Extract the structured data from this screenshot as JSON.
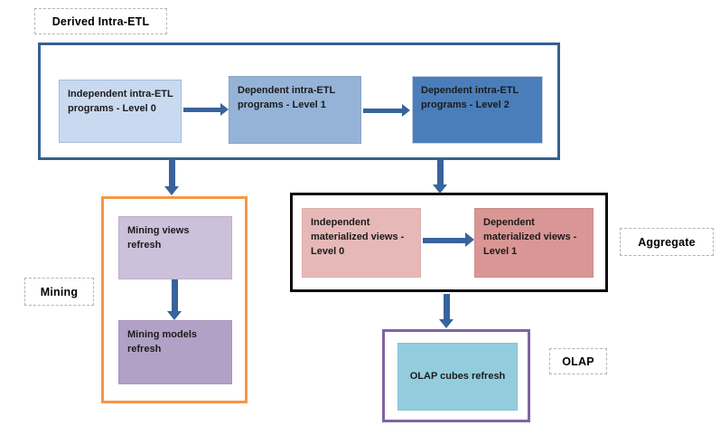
{
  "diagram": {
    "labels": {
      "derived": "Derived Intra-ETL",
      "mining": "Mining",
      "aggregate": "Aggregate",
      "olap": "OLAP"
    },
    "intra_etl_boxes": [
      {
        "text": "Independent intra-ETL programs - Level 0",
        "fill": "#C9D9F0"
      },
      {
        "text": "Dependent intra-ETL programs - Level 1",
        "fill": "#95B3D7"
      },
      {
        "text": "Dependent intra-ETL programs - Level 2",
        "fill": "#4A7EBB"
      }
    ],
    "mining_boxes": [
      {
        "text": "Mining views refresh",
        "fill": "#CCC0DA"
      },
      {
        "text": "Mining models refresh",
        "fill": "#B2A1C7"
      }
    ],
    "aggregate_boxes": [
      {
        "text": "Independent materialized views - Level 0",
        "fill": "#E6B9B8"
      },
      {
        "text": "Dependent materialized views - Level 1",
        "fill": "#D99694"
      }
    ],
    "olap_boxes": [
      {
        "text": "OLAP cubes refresh",
        "fill": "#93CDDD"
      }
    ],
    "colors": {
      "arrow": "#38639C",
      "intra_etl_border": "#35618F",
      "mining_border": "#F79646",
      "aggregate_border": "#0A0A0A",
      "olap_border": "#8064A2"
    }
  }
}
